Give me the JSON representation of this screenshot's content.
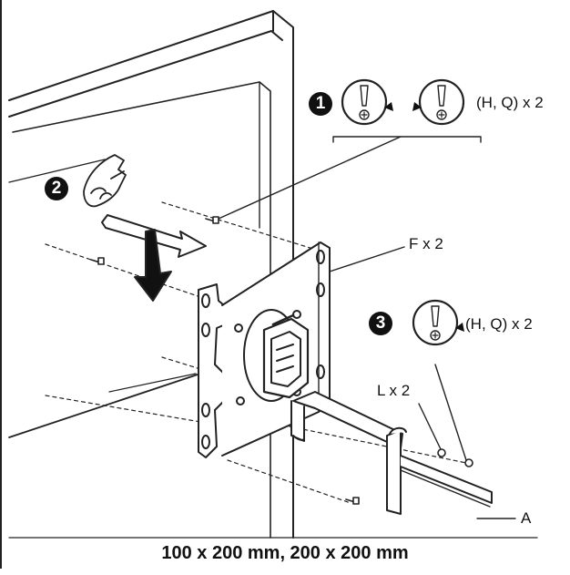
{
  "steps": {
    "one": "1",
    "two": "2",
    "three": "3"
  },
  "labels": {
    "step1_qty": "(H, Q) x 2",
    "step3_qty": "(H, Q) x 2",
    "bracket_part": "F x 2",
    "washer_part": "L x 2",
    "arm_part": "A"
  },
  "caption": "100 x 200 mm, 200 x 200 mm"
}
